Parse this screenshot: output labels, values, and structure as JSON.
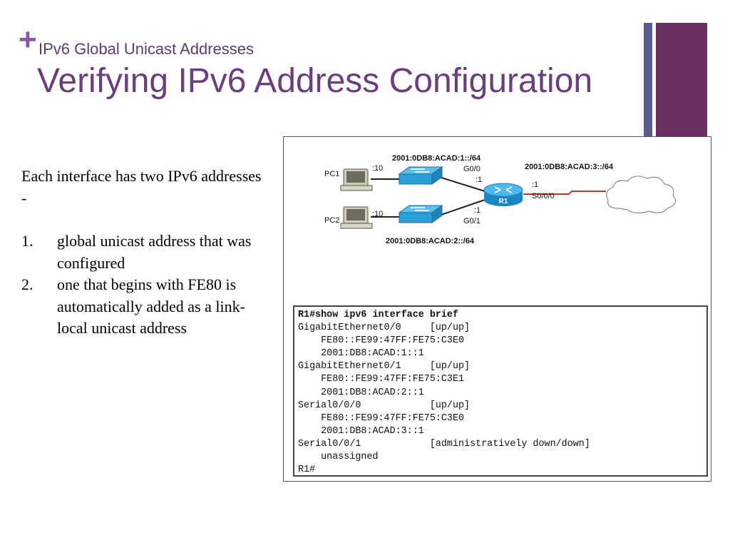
{
  "slide": {
    "plus_glyph": "+",
    "subtitle": "IPv6 Global Unicast Addresses",
    "title": "Verifying IPv6 Address Configuration"
  },
  "body": {
    "intro": "Each interface has two IPv6 addresses -",
    "items": [
      {
        "num": "1.",
        "text": "global unicast address that was configured"
      },
      {
        "num": "2.",
        "text": "one that begins with FE80 is automatically added as a link-local unicast address"
      }
    ]
  },
  "diagram": {
    "pc1": "PC1",
    "pc2": "PC2",
    "pc1_host": ":10",
    "pc2_host": ":10",
    "net1": "2001:0DB8:ACAD:1::/64",
    "net2": "2001:0DB8:ACAD:2::/64",
    "net3": "2001:0DB8:ACAD:3::/64",
    "g00": "G0/0",
    "g00_host": ":1",
    "g01": "G0/1",
    "g01_host": ":1",
    "s000": "S0/0/0",
    "s000_host": ":1",
    "router": "R1",
    "colors": {
      "router": "#1e9bd7",
      "switch": "#2a9fd8",
      "serial_link": "#c0392b"
    },
    "icons": [
      "pc-icon",
      "switch-icon",
      "router-icon",
      "cloud-icon"
    ]
  },
  "cli": {
    "command_prompt": "R1#",
    "command": "show ipv6 interface brief",
    "lines": [
      "GigabitEthernet0/0     [up/up]",
      "    FE80::FE99:47FF:FE75:C3E0",
      "    2001:DB8:ACAD:1::1",
      "GigabitEthernet0/1     [up/up]",
      "    FE80::FE99:47FF:FE75:C3E1",
      "    2001:DB8:ACAD:2::1",
      "Serial0/0/0            [up/up]",
      "    FE80::FE99:47FF:FE75:C3E0",
      "    2001:DB8:ACAD:3::1",
      "Serial0/0/1            [administratively down/down]",
      "    unassigned",
      "R1#"
    ]
  }
}
